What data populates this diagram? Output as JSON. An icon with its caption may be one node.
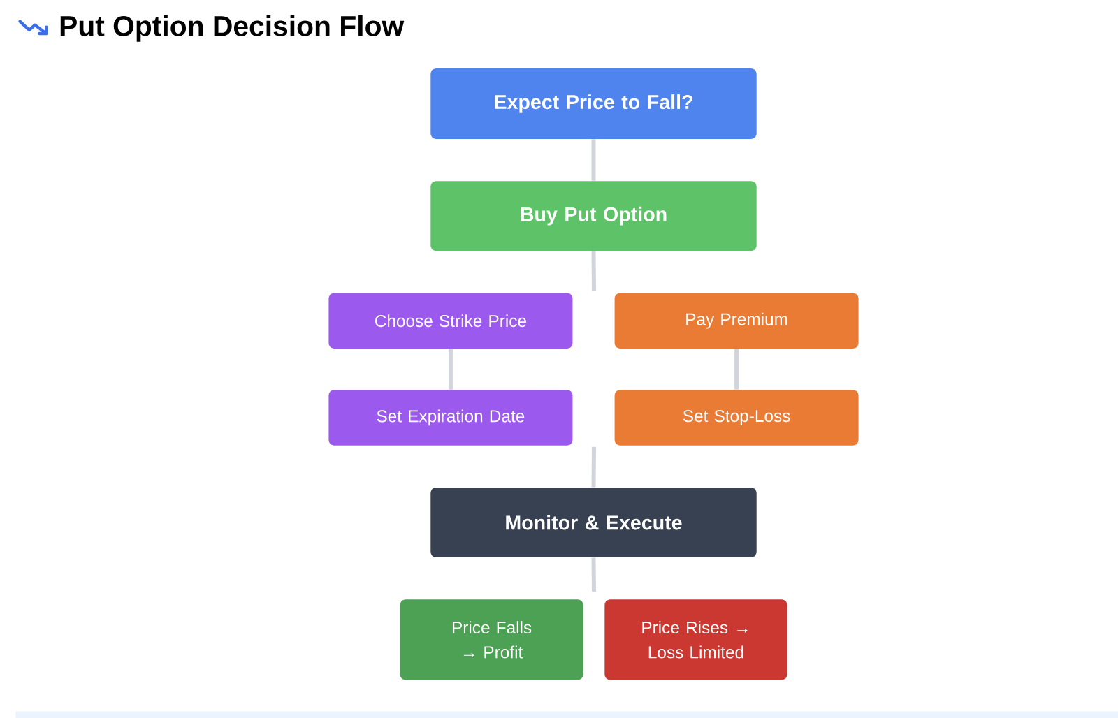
{
  "diagram": {
    "title": "Put Option Decision Flow",
    "nodes": [
      {
        "text": [
          "Expect Price to Fall?"
        ]
      },
      {
        "text": [
          "Buy Put Option"
        ]
      },
      {
        "text": [
          "Choose Strike Price"
        ]
      },
      {
        "text": [
          "Pay Premium"
        ]
      },
      {
        "text": [
          "Set Expiration Date"
        ]
      },
      {
        "text": [
          "Set Stop-Loss"
        ]
      },
      {
        "text": [
          "Monitor & Execute"
        ]
      },
      {
        "text": [
          "Price Falls → Profit"
        ]
      },
      {
        "text": [
          "Price Rises → Loss Limited"
        ]
      }
    ],
    "edges": [
      {
        "from": 0,
        "to": 1,
        "arrow": "none"
      },
      {
        "from": 1,
        "to": null,
        "arrow": "none"
      },
      {
        "from": 2,
        "to": 4,
        "arrow": "none"
      },
      {
        "from": 3,
        "to": 5,
        "arrow": "none"
      },
      {
        "from": null,
        "to": 6,
        "arrow": "none"
      },
      {
        "from": 6,
        "to": null,
        "arrow": "none"
      }
    ]
  }
}
